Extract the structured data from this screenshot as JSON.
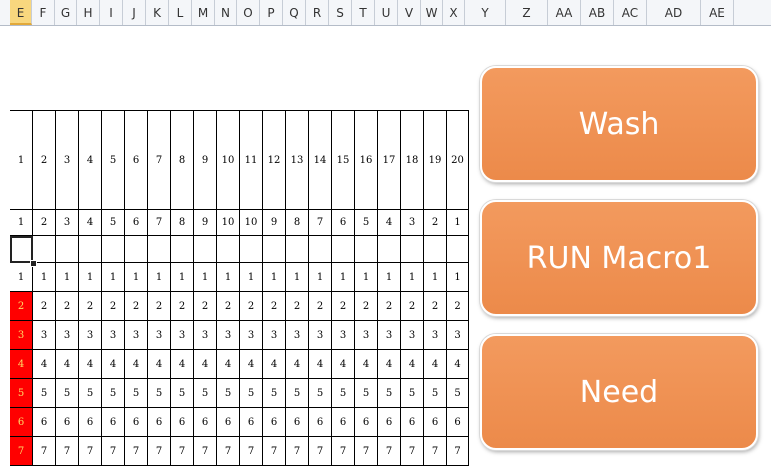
{
  "column_headers": [
    {
      "label": "E",
      "selected": true
    },
    {
      "label": "F"
    },
    {
      "label": "G"
    },
    {
      "label": "H"
    },
    {
      "label": "I"
    },
    {
      "label": "J"
    },
    {
      "label": "K"
    },
    {
      "label": "L"
    },
    {
      "label": "M"
    },
    {
      "label": "N"
    },
    {
      "label": "O"
    },
    {
      "label": "P"
    },
    {
      "label": "Q"
    },
    {
      "label": "R"
    },
    {
      "label": "S"
    },
    {
      "label": "T"
    },
    {
      "label": "U"
    },
    {
      "label": "V"
    },
    {
      "label": "W"
    },
    {
      "label": "X"
    },
    {
      "label": "Y"
    },
    {
      "label": "Z"
    },
    {
      "label": "AA"
    },
    {
      "label": "AB"
    },
    {
      "label": "AC"
    },
    {
      "label": "AD"
    },
    {
      "label": "AE"
    }
  ],
  "grid": {
    "header_row": [
      "1",
      "2",
      "3",
      "4",
      "5",
      "6",
      "7",
      "8",
      "9",
      "10",
      "11",
      "12",
      "13",
      "14",
      "15",
      "16",
      "17",
      "18",
      "19",
      "20"
    ],
    "mirror_row": [
      "1",
      "2",
      "3",
      "4",
      "5",
      "6",
      "7",
      "8",
      "9",
      "10",
      "10",
      "9",
      "8",
      "7",
      "6",
      "5",
      "4",
      "3",
      "2",
      "1"
    ],
    "blank_row": [
      "",
      "",
      "",
      "",
      "",
      "",
      "",
      "",
      "",
      "",
      "",
      "",
      "",
      "",
      "",
      "",
      "",
      "",
      "",
      ""
    ],
    "data_rows": [
      {
        "values": [
          "1",
          "1",
          "1",
          "1",
          "1",
          "1",
          "1",
          "1",
          "1",
          "1",
          "1",
          "1",
          "1",
          "1",
          "1",
          "1",
          "1",
          "1",
          "1",
          "1"
        ],
        "first_cell_red": false
      },
      {
        "values": [
          "2",
          "2",
          "2",
          "2",
          "2",
          "2",
          "2",
          "2",
          "2",
          "2",
          "2",
          "2",
          "2",
          "2",
          "2",
          "2",
          "2",
          "2",
          "2",
          "2"
        ],
        "first_cell_red": true
      },
      {
        "values": [
          "3",
          "3",
          "3",
          "3",
          "3",
          "3",
          "3",
          "3",
          "3",
          "3",
          "3",
          "3",
          "3",
          "3",
          "3",
          "3",
          "3",
          "3",
          "3",
          "3"
        ],
        "first_cell_red": true
      },
      {
        "values": [
          "4",
          "4",
          "4",
          "4",
          "4",
          "4",
          "4",
          "4",
          "4",
          "4",
          "4",
          "4",
          "4",
          "4",
          "4",
          "4",
          "4",
          "4",
          "4",
          "4"
        ],
        "first_cell_red": true
      },
      {
        "values": [
          "5",
          "5",
          "5",
          "5",
          "5",
          "5",
          "5",
          "5",
          "5",
          "5",
          "5",
          "5",
          "5",
          "5",
          "5",
          "5",
          "5",
          "5",
          "5",
          "5"
        ],
        "first_cell_red": true
      },
      {
        "values": [
          "6",
          "6",
          "6",
          "6",
          "6",
          "6",
          "6",
          "6",
          "6",
          "6",
          "6",
          "6",
          "6",
          "6",
          "6",
          "6",
          "6",
          "6",
          "6",
          "6"
        ],
        "first_cell_red": true
      },
      {
        "values": [
          "7",
          "7",
          "7",
          "7",
          "7",
          "7",
          "7",
          "7",
          "7",
          "7",
          "7",
          "7",
          "7",
          "7",
          "7",
          "7",
          "7",
          "7",
          "7",
          "7"
        ],
        "first_cell_red": true
      }
    ]
  },
  "buttons": [
    {
      "label": "Wash",
      "name": "wash-button"
    },
    {
      "label": "RUN Macro1",
      "name": "run-macro1-button"
    },
    {
      "label": "Need",
      "name": "need-button"
    }
  ],
  "colors": {
    "button_fill": "#ef8f4f",
    "highlight_red": "#ff0000",
    "highlight_text": "#ffd966",
    "selected_header": "#f8d77e"
  }
}
